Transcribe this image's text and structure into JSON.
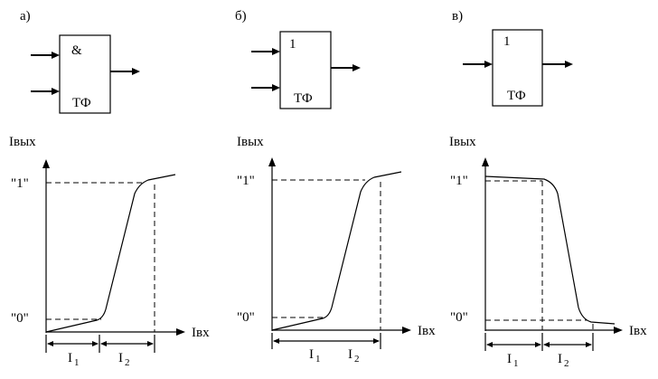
{
  "panels": [
    {
      "label": "а)",
      "gate_symbol": "&",
      "gate_text": "ТФ",
      "y_axis_label": "Iвых",
      "x_axis_label": "Iвх",
      "level_1": "\"1\"",
      "level_0": "\"0\"",
      "interval_1_main": "I",
      "interval_1_sub": "1",
      "interval_2_main": "I",
      "interval_2_sub": "2"
    },
    {
      "label": "б)",
      "gate_symbol": "1",
      "gate_text": "ТФ",
      "y_axis_label": "Iвых",
      "x_axis_label": "Iвх",
      "level_1": "\"1\"",
      "level_0": "\"0\"",
      "interval_1_main": "I",
      "interval_1_sub": "1",
      "interval_2_main": "I",
      "interval_2_sub": "2"
    },
    {
      "label": "в)",
      "gate_symbol": "1",
      "gate_text": "ТФ",
      "y_axis_label": "Iвых",
      "x_axis_label": "Iвх",
      "level_1": "\"1\"",
      "level_0": "\"0\"",
      "interval_1_main": "I",
      "interval_1_sub": "1",
      "interval_2_main": "I",
      "interval_2_sub": "2"
    }
  ]
}
